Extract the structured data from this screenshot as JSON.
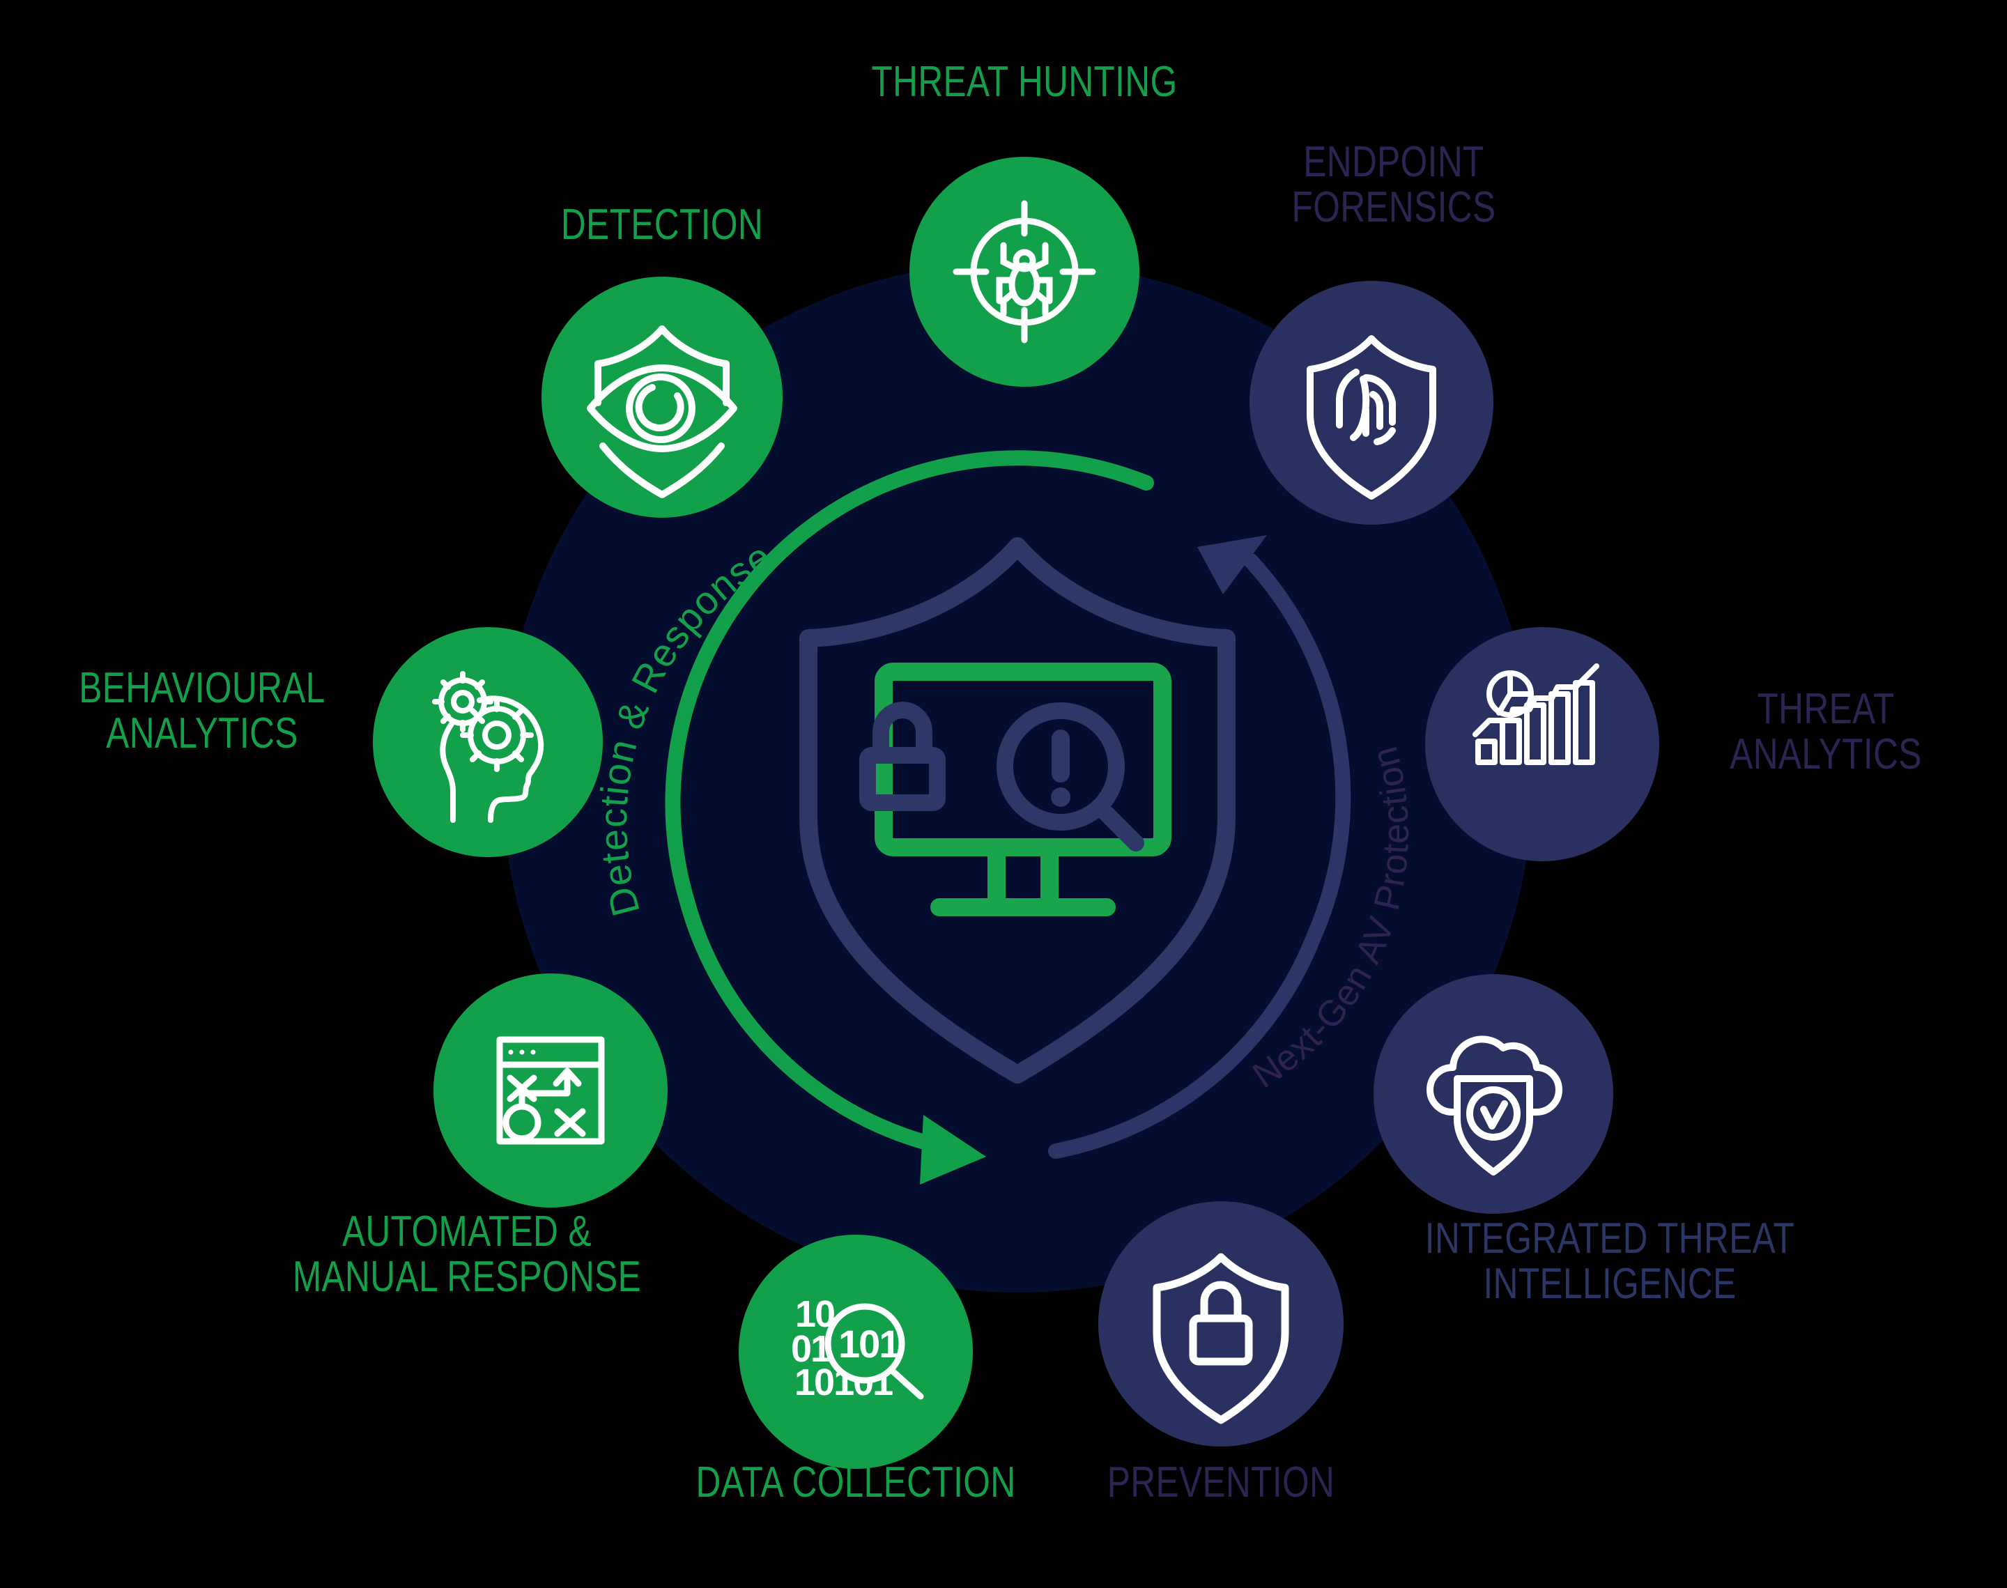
{
  "diagram": {
    "title_center": "",
    "background_color": "#000000",
    "center_disc_color": "#050d2e",
    "green": "#12a04a",
    "navy": "#2a3160",
    "navy_text": "#2b3566",
    "purple_text": "#2e2352",
    "icon_stroke": "#ffffff"
  },
  "center": {
    "icon": "shield-monitor-alert-icon",
    "shield_color": "#2e3866",
    "monitor_color": "#1aa44c",
    "lock_icon": "lock-icon",
    "magnifier_icon": "magnifier-alert-icon"
  },
  "arcs": [
    {
      "id": "detection-response-arc",
      "label": "Detection & Response",
      "color": "#12a04a",
      "direction": "clockwise-down-left",
      "arrowhead": "end"
    },
    {
      "id": "next-gen-av-arc",
      "label": "Next-Gen AV Protection",
      "color": "#2b3566",
      "direction": "counter-clockwise-up-right",
      "arrowhead": "end"
    }
  ],
  "nodes": [
    {
      "id": "threat-hunting",
      "label": "THREAT HUNTING",
      "icon": "crosshair-bug-icon",
      "circle_color": "#12a04a",
      "label_color": "#12a04a",
      "group": "detection-response"
    },
    {
      "id": "detection",
      "label": "DETECTION",
      "icon": "shield-eye-icon",
      "circle_color": "#12a04a",
      "label_color": "#12a04a",
      "group": "detection-response"
    },
    {
      "id": "behavioural-analytics",
      "label": "BEHAVIOURAL\nANALYTICS",
      "icon": "head-gears-icon",
      "circle_color": "#12a04a",
      "label_color": "#12a04a",
      "group": "detection-response"
    },
    {
      "id": "automated-manual-response",
      "label": "AUTOMATED &\nMANUAL RESPONSE",
      "icon": "playbook-window-icon",
      "circle_color": "#12a04a",
      "label_color": "#12a04a",
      "group": "detection-response"
    },
    {
      "id": "data-collection",
      "label": "DATA COLLECTION",
      "icon": "binary-magnifier-icon",
      "circle_color": "#12a04a",
      "label_color": "#12a04a",
      "group": "detection-response"
    },
    {
      "id": "prevention",
      "label": "PREVENTION",
      "icon": "shield-lock-icon",
      "circle_color": "#2a3160",
      "label_color": "#2e2352",
      "group": "next-gen-av"
    },
    {
      "id": "integrated-threat-intelligence",
      "label": "INTEGRATED THREAT\nINTELLIGENCE",
      "icon": "cloud-shield-check-icon",
      "circle_color": "#2a3160",
      "label_color": "#2b3566",
      "group": "next-gen-av"
    },
    {
      "id": "threat-analytics",
      "label": "THREAT\nANALYTICS",
      "icon": "pie-bar-chart-icon",
      "circle_color": "#2a3160",
      "label_color": "#2e2352",
      "group": "next-gen-av"
    },
    {
      "id": "endpoint-forensics",
      "label": "ENDPOINT\nFORENSICS",
      "icon": "shield-fingerprint-icon",
      "circle_color": "#2a3160",
      "label_color": "#2e2352",
      "group": "next-gen-av"
    }
  ]
}
